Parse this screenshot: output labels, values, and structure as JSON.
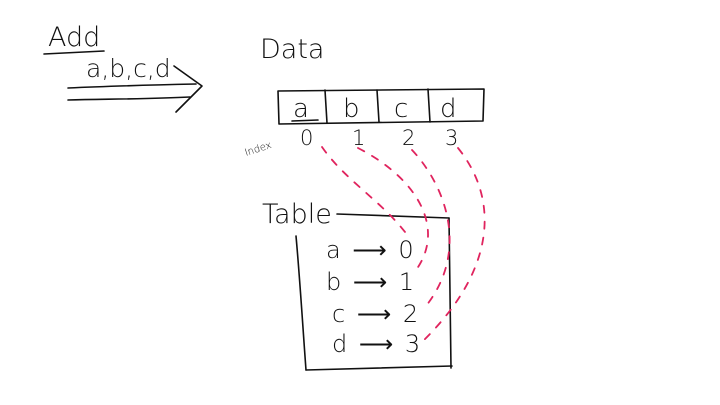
{
  "add": {
    "title": "Add",
    "items": "a,b,c,d"
  },
  "data_array": {
    "title": "Data",
    "index_label": "Index",
    "cells": [
      {
        "value": "a",
        "index": "0"
      },
      {
        "value": "b",
        "index": "1"
      },
      {
        "value": "c",
        "index": "2"
      },
      {
        "value": "d",
        "index": "3"
      }
    ]
  },
  "table": {
    "title": "Table",
    "entries": [
      {
        "key": "a",
        "arrow": "⟶",
        "value": "0"
      },
      {
        "key": "b",
        "arrow": "⟶",
        "value": "1"
      },
      {
        "key": "c",
        "arrow": "⟶",
        "value": "2"
      },
      {
        "key": "d",
        "arrow": "⟶",
        "value": "3"
      }
    ]
  },
  "colors": {
    "ink": "#111111",
    "link": "#e0245e"
  }
}
